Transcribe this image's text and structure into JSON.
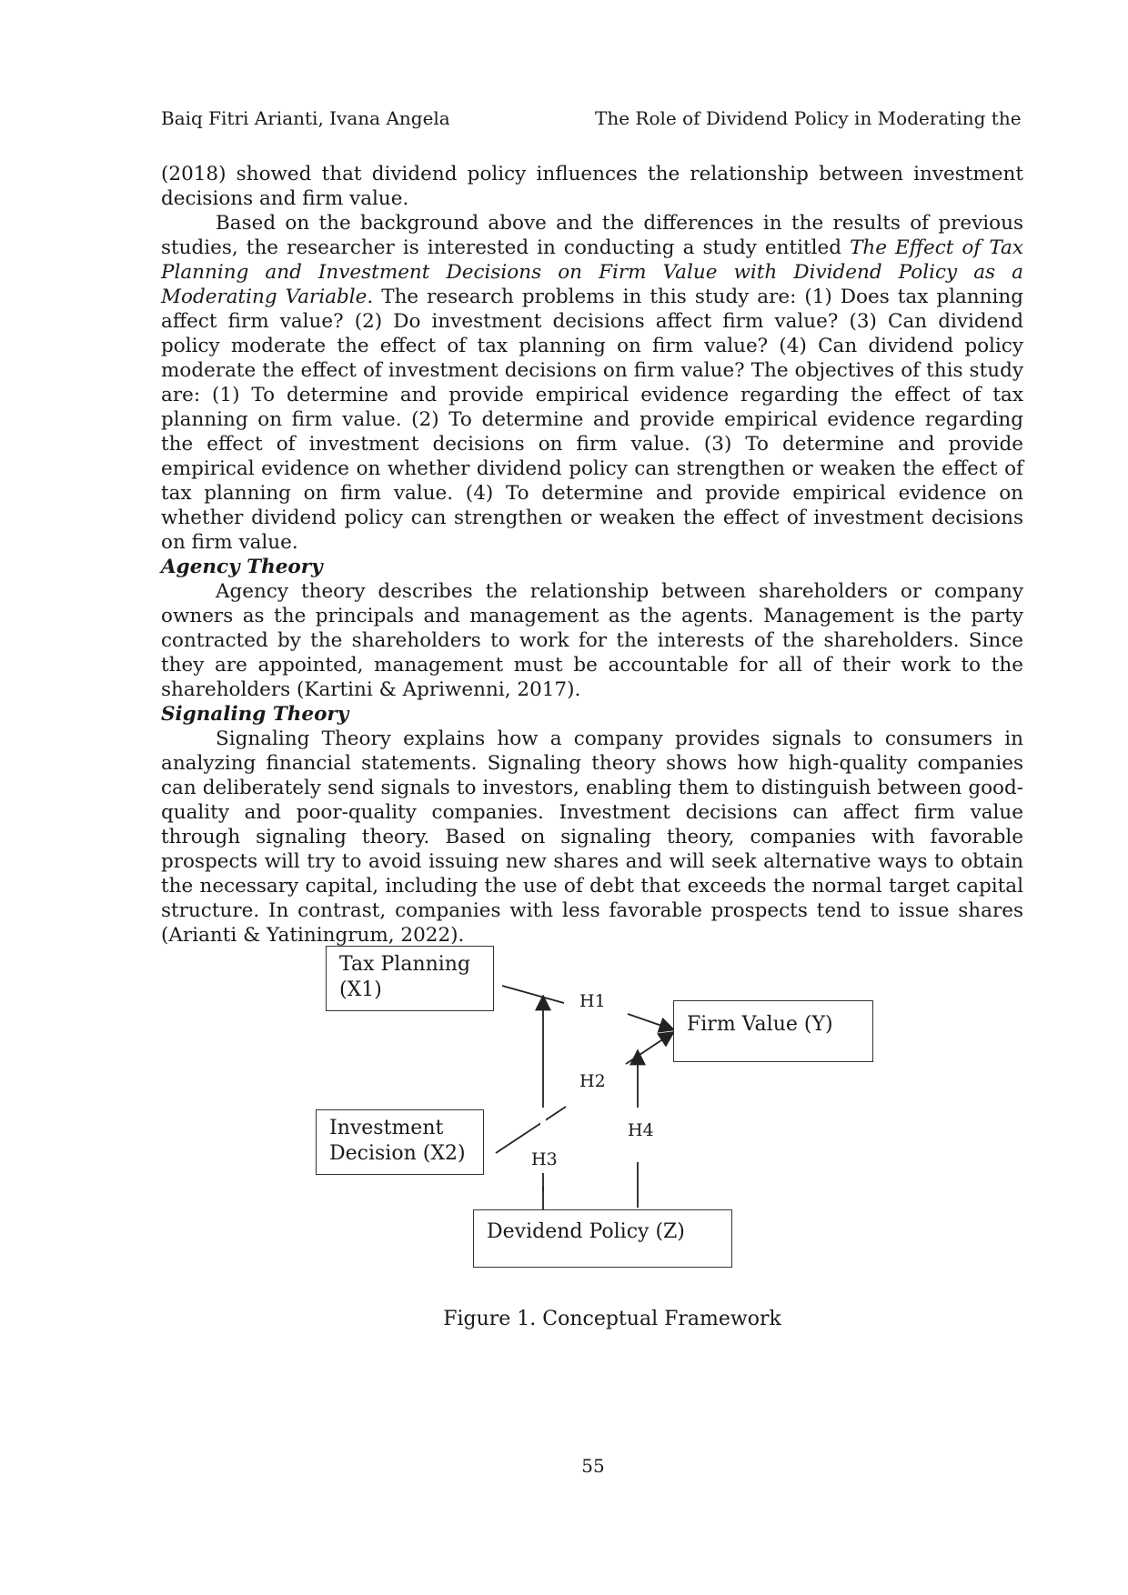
{
  "header": {
    "authors": "Baiq Fitri Arianti, Ivana Angela",
    "running_title": "The Role of Dividend Policy in Moderating the"
  },
  "body": {
    "p1": "(2018) showed that dividend policy influences the relationship between investment decisions and firm value.",
    "p2_start": "Based on the background above and the differences in the results of previous studies, the researcher is interested in conducting a study entitled ",
    "p2_title": "The Effect of Tax Planning and Investment Decisions on Firm Value with Dividend Policy as a Moderating Variable",
    "p2_end": ". The research problems in this study are: (1) Does tax planning affect firm value? (2) Do investment decisions affect firm value? (3) Can dividend policy moderate the effect of tax planning on firm value? (4) Can dividend policy moderate the effect of investment decisions on firm value? The objectives of this study are: (1) To determine and provide empirical evidence regarding the effect of tax planning on firm value. (2) To determine and provide empirical evidence regarding the effect of investment decisions on firm value. (3) To determine and provide empirical evidence on whether dividend policy can strengthen or weaken the effect of tax planning on firm value. (4) To determine and provide empirical evidence on whether dividend policy can strengthen or weaken the effect of investment decisions on firm value.",
    "heading_agency": "Agency Theory",
    "p3": "Agency theory describes the relationship between shareholders or company owners as the principals and management as the agents. Management is the party contracted by the shareholders to work for the interests of the shareholders. Since they are appointed, management must be accountable for all of their work to the shareholders (Kartini & Apriwenni, 2017).",
    "heading_signaling": "Signaling Theory",
    "p4": "Signaling Theory explains how a company provides signals to consumers in analyzing financial statements. Signaling theory shows how high-quality companies can deliberately send signals to investors, enabling them to distinguish between good-quality and poor-quality companies. Investment decisions can affect firm value through signaling theory. Based on signaling theory, companies with favorable prospects will try to avoid issuing new shares and will seek alternative ways to obtain the necessary capital, including the use of debt that exceeds the normal target capital structure. In contrast, companies with less favorable prospects tend to issue shares (Arianti & Yatiningrum, 2022)."
  },
  "figure": {
    "box_x1_line1": "Tax Planning",
    "box_x1_line2": "(X1)",
    "box_x2_line1": "Investment",
    "box_x2_line2": "Decision (X2)",
    "box_y": "Firm Value (Y)",
    "box_z": "Devidend Policy (Z)",
    "h1": "H1",
    "h2": "H2",
    "h3": "H3",
    "h4": "H4",
    "caption": "Figure 1. Conceptual Framework"
  },
  "page_number": "55"
}
